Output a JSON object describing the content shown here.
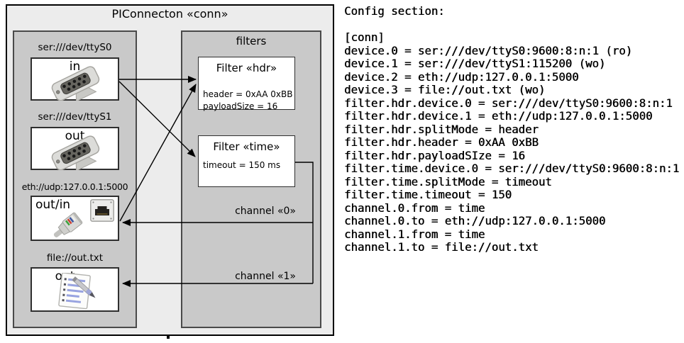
{
  "diagram": {
    "title": "PIConnecton «conn»",
    "devices": [
      {
        "label": "ser:///dev/ttyS0",
        "port": "in",
        "icon": "db9-connector-icon"
      },
      {
        "label": "ser:///dev/ttyS1",
        "port": "out",
        "icon": "db9-connector-icon"
      },
      {
        "label": "eth://udp:127.0.0.1:5000",
        "port": "out/in",
        "icon": "ethernet-port-icon"
      },
      {
        "label": "file://out.txt",
        "port": "out",
        "icon": "notepad-pen-icon"
      }
    ],
    "filters_panel": {
      "title": "filters",
      "filters": [
        {
          "title": "Filter «hdr»",
          "params": [
            "header = 0xAA 0xBB",
            "payloadSize = 16"
          ]
        },
        {
          "title": "Filter «time»",
          "params": [
            "timeout = 150 ms"
          ]
        }
      ]
    },
    "channels": [
      {
        "label": "channel «0»"
      },
      {
        "label": "channel «1»"
      }
    ]
  },
  "config": {
    "heading": "Config section:",
    "lines": [
      "[conn]",
      "device.0 = ser:///dev/ttyS0:9600:8:n:1 (ro)",
      "device.1 = ser:///dev/ttyS1:115200 (wo)",
      "device.2 = eth://udp:127.0.0.1:5000",
      "device.3 = file://out.txt (wo)",
      "filter.hdr.device.0 = ser:///dev/ttyS0:9600:8:n:1",
      "filter.hdr.device.1 = eth://udp:127.0.0.1:5000",
      "filter.hdr.splitMode = header",
      "filter.hdr.header = 0xAA 0xBB",
      "filter.hdr.payloadSIze = 16",
      "filter.time.device.0 = ser:///dev/ttyS0:9600:8:n:1",
      "filter.time.splitMode = timeout",
      "filter.time.timeout = 150",
      "channel.0.from = time",
      "channel.0.to = eth://udp:127.0.0.1:5000",
      "channel.1.from = time",
      "channel.1.to = file://out.txt"
    ]
  },
  "colors": {
    "canvas_fill": "#ececec",
    "panel_fill": "#c9c9c9",
    "box_fill": "#ffffff",
    "line_color": "#000000"
  }
}
